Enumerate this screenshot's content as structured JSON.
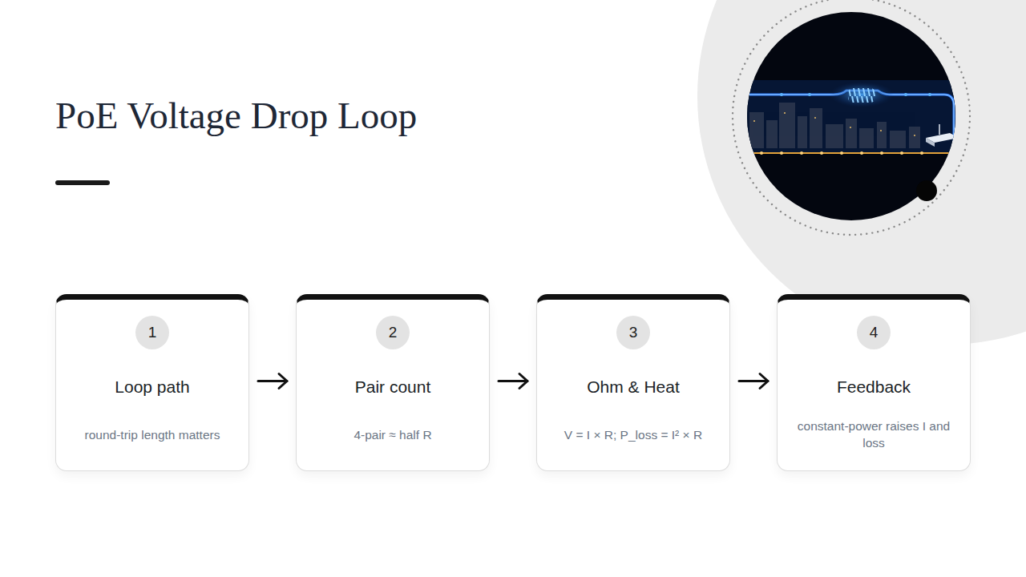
{
  "diagram": {
    "title": "PoE Voltage Drop Loop",
    "nodes": [
      {
        "text": [
          "Loop path",
          "round-trip length matters"
        ]
      },
      {
        "text": [
          "1"
        ],
        "in": 0
      },
      {
        "text": [
          "Pair count",
          "4-pair ≈ half R"
        ]
      },
      {
        "text": [
          "2"
        ],
        "in": 2
      },
      {
        "text": [
          "Ohm & Heat",
          "V = I × R; P_loss = I² × R"
        ]
      },
      {
        "text": [
          "3"
        ],
        "in": 4
      },
      {
        "text": [
          "Feedback",
          "constant-power raises I and loss"
        ]
      },
      {
        "text": [
          "4"
        ],
        "in": 6
      }
    ],
    "edges": [
      {
        "from": 0,
        "to": 2,
        "arrow": "to"
      },
      {
        "from": 2,
        "to": 4,
        "arrow": "to"
      },
      {
        "from": 4,
        "to": 6,
        "arrow": "to"
      }
    ]
  }
}
